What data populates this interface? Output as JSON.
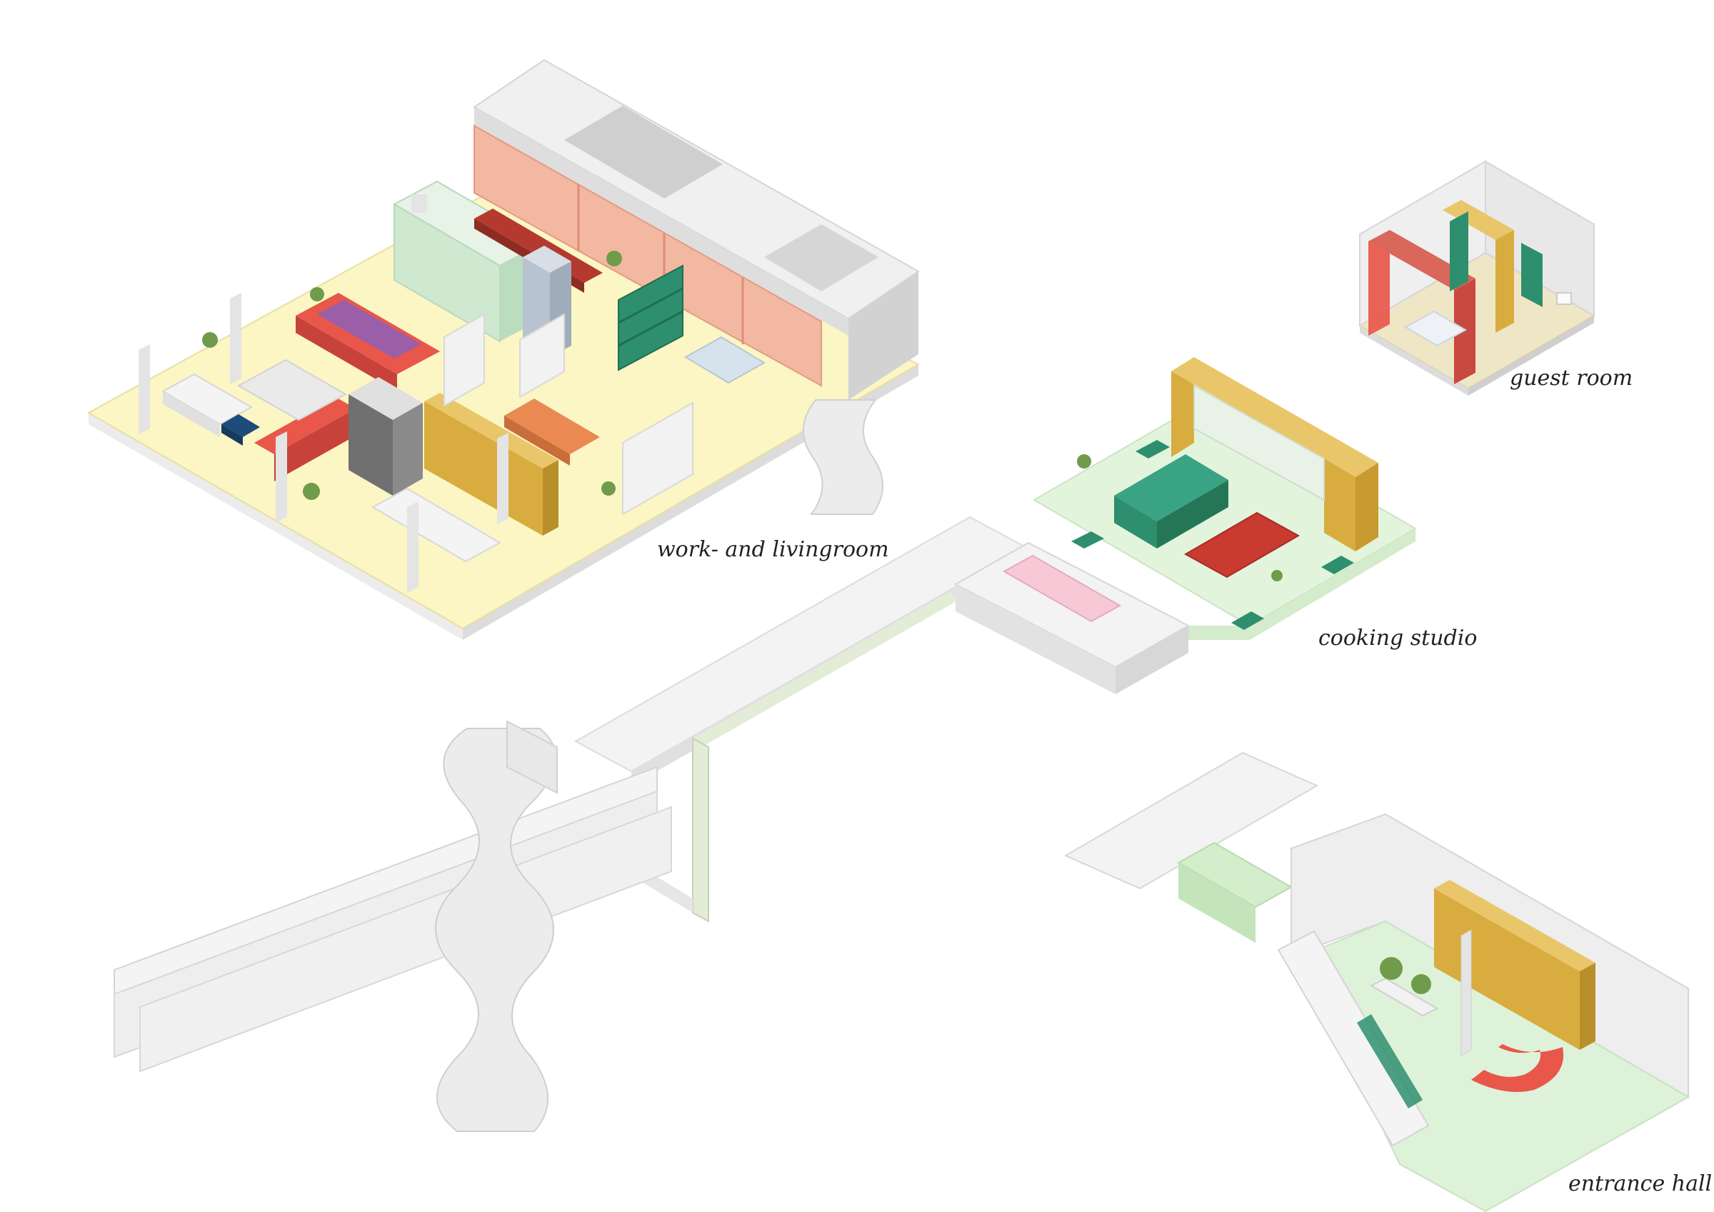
{
  "labels": {
    "work": "work- and livingroom",
    "cooking": "cooking studio",
    "guest": "guest room",
    "entrance": "entrance hall"
  },
  "colors": {
    "floor_work": "#fbf6c4",
    "floor_cooking": "#e3f4dc",
    "floor_entrance": "#ddf2d9",
    "wall_grey": "#e6e6e6",
    "wall_light": "#f1f1f1",
    "wall_pink": "#f2b8a1",
    "mustard": "#d8ac3e",
    "red": "#e8574a",
    "purple": "#9a5fa8",
    "teal": "#2e8f6e",
    "navy": "#1d4b7a",
    "orange": "#ea8a52",
    "dark_grey": "#707070",
    "blue_grey": "#b7c3cf",
    "pink_table": "#f7c9d7",
    "green_tile": "#cfe8d0",
    "plant": "#6f9b4a"
  }
}
